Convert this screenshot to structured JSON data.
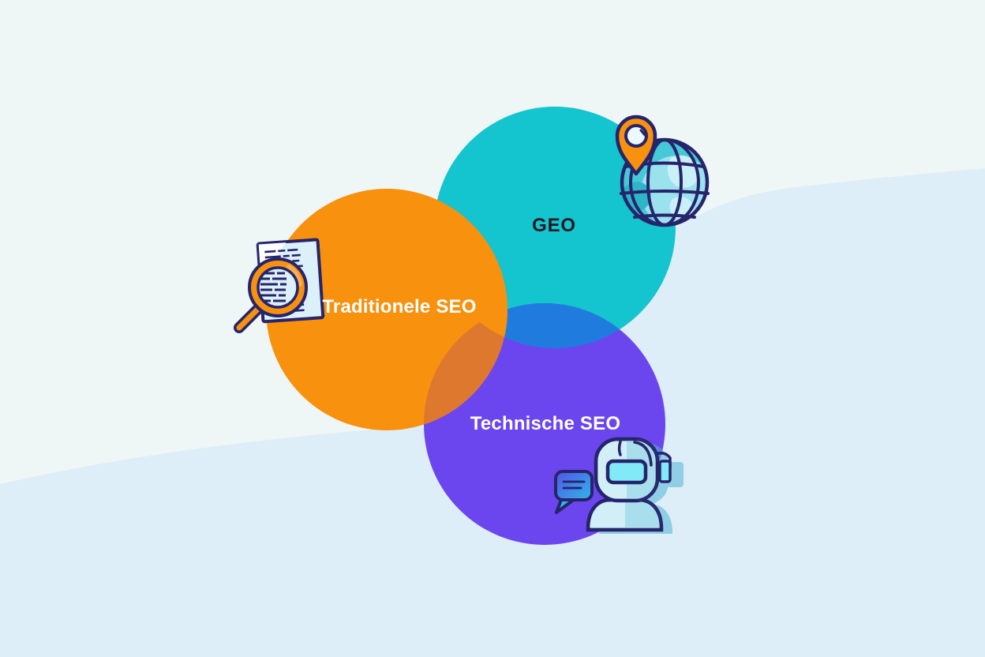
{
  "diagram": {
    "type": "venn",
    "circles": [
      {
        "id": "geo",
        "label": "GEO",
        "color": "#14C4CE"
      },
      {
        "id": "traditionele-seo",
        "label": "Traditionele SEO",
        "color": "#F7910E"
      },
      {
        "id": "technische-seo",
        "label": "Technische SEO",
        "color": "#6B46EE"
      }
    ],
    "overlaps": [
      {
        "between": [
          "geo",
          "technische-seo"
        ],
        "color": "#1F7CDE"
      },
      {
        "between": [
          "traditionele-seo",
          "technische-seo"
        ],
        "color": "#DE782F"
      }
    ]
  },
  "labels": {
    "geo": "GEO",
    "traditionele": "Traditionele SEO",
    "technische": "Technische SEO"
  },
  "icons": [
    {
      "name": "document-search-icon",
      "meaning": "magnifying glass over document"
    },
    {
      "name": "globe-location-icon",
      "meaning": "globe with map pin"
    },
    {
      "name": "chatbot-icon",
      "meaning": "robot with speech bubble"
    }
  ],
  "colors": {
    "background": "#EFF6F6",
    "wave": "#DEEEF8",
    "teal": "#14C4CE",
    "orange": "#F7910E",
    "purple": "#6B46EE",
    "overlap_teal_purple": "#1F7CDE",
    "overlap_orange_purple": "#DE782F",
    "outline_navy": "#26246B",
    "icon_paper": "#DCF0FA",
    "icon_light_blue": "#D2EFF8",
    "icon_shade_blue": "#A9DEED",
    "icon_cyan": "#82E9F6",
    "text_dark": "#1B1A21",
    "text_light": "#FFFFFF"
  }
}
